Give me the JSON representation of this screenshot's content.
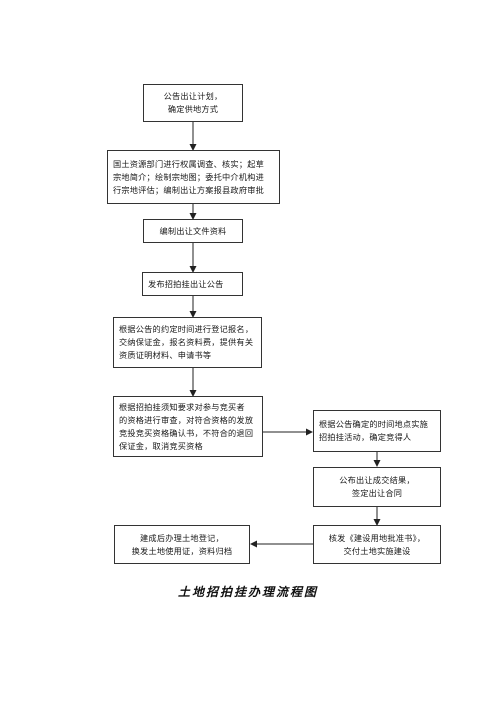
{
  "flowchart": {
    "steps": [
      {
        "id": "s1",
        "lines": [
          "公告出让计划，",
          "确定供地方式"
        ]
      },
      {
        "id": "s2",
        "lines": [
          "国土资源部门进行权属调查、核实；起草",
          "宗地简介；绘制宗地图；委托中介机构进",
          "行宗地评估；编制出让方案报县政府审批"
        ]
      },
      {
        "id": "s3",
        "lines": [
          "编制出让文件资料"
        ]
      },
      {
        "id": "s4",
        "lines": [
          "发布招拍挂出让公告"
        ]
      },
      {
        "id": "s5",
        "lines": [
          "根据公告的约定时间进行登记报名，",
          "交纳保证金，报名资料费，提供有关",
          "资质证明材料、申请书等"
        ]
      },
      {
        "id": "s6",
        "lines": [
          "根据招拍挂须知要求对参与竞买者",
          "的资格进行审查，对符合资格的发放",
          "竞投竞买资格确认书，不符合的退回",
          "保证金，取消竞买资格"
        ]
      },
      {
        "id": "s7",
        "lines": [
          "根据公告确定的时间地点实施",
          "招拍挂活动，确定竞得人"
        ]
      },
      {
        "id": "s8",
        "lines": [
          "公布出让成交结果，",
          "签定出让合同"
        ]
      },
      {
        "id": "s9",
        "lines": [
          "核发《建设用地批准书》，",
          "交付土地实施建设"
        ]
      },
      {
        "id": "s10",
        "lines": [
          "建成后办理土地登记，",
          "换发土地使用证，资料归档"
        ]
      }
    ]
  },
  "caption": "土地招拍挂办理流程图"
}
